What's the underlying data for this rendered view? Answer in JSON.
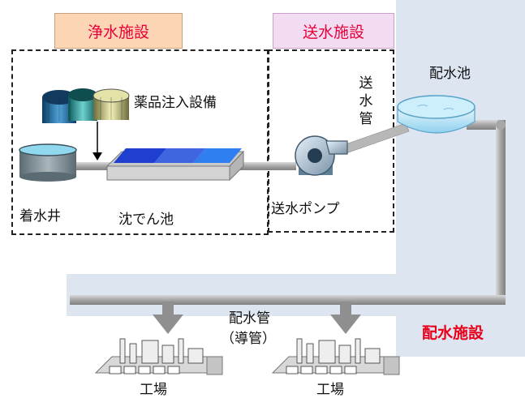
{
  "facilities": {
    "purification": "浄水施設",
    "transmission": "送水施設",
    "distribution": "配水施設"
  },
  "labels": {
    "chemical_injection": "薬品注入設備",
    "receiving_well": "着水井",
    "sedimentation_basin": "沈でん池",
    "transmission_pump": "送水ポンプ",
    "transmission_pipe": "送水管",
    "distribution_reservoir": "配水池",
    "distribution_pipe": "配水管",
    "conduit": "（導管）",
    "factory_left": "工場",
    "factory_right": "工場"
  },
  "colors": {
    "purification_header_bg": "#fcd5b4",
    "transmission_header_bg": "#f2dcf2",
    "header_text": "#e8003a",
    "distribution_label": "#e8001c",
    "distribution_region": "#dde6f0",
    "pipe": "#a6a6a6"
  }
}
